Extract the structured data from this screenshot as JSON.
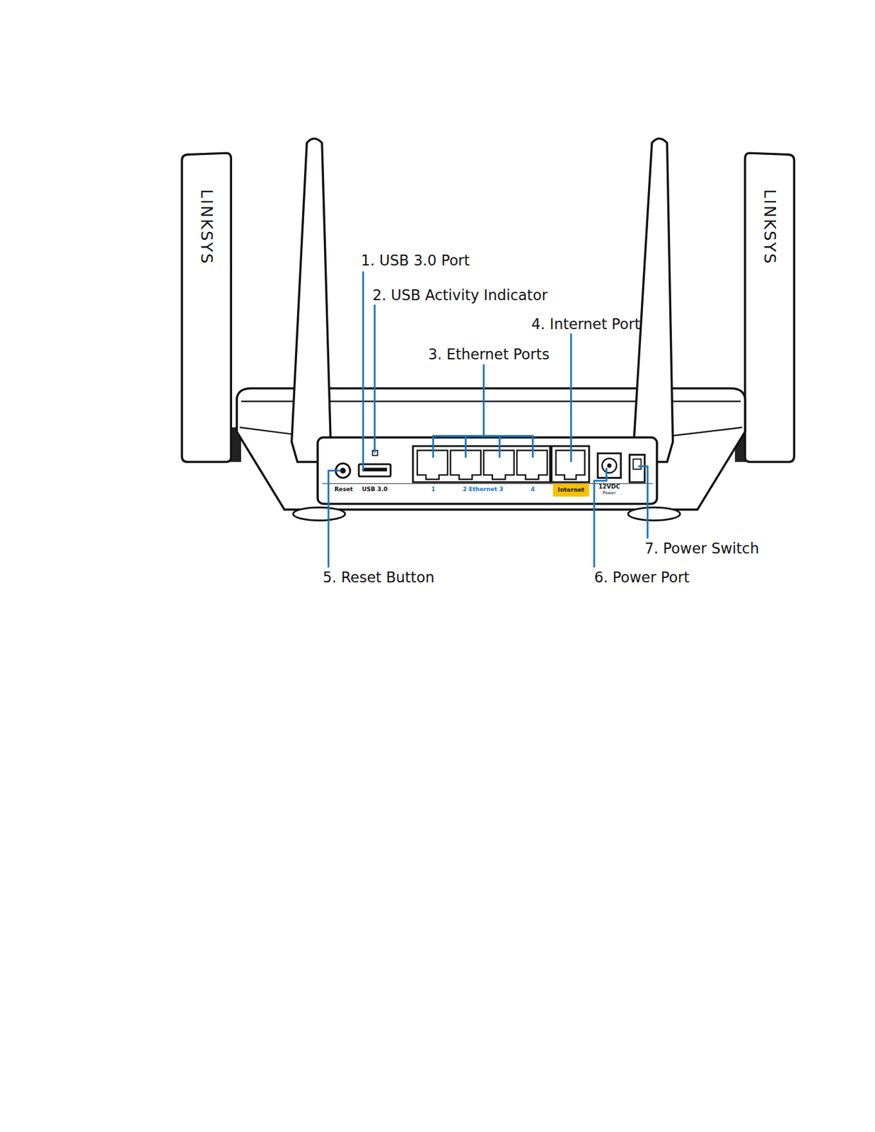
{
  "diagram": {
    "labels": [
      "LINKSYS",
      "LINKSYS",
      "1. USB 3.0 Port",
      "2. USB Activity Indicator",
      "4. Internet Port",
      "3. Ethernet Ports",
      "Reset",
      "USB 3.0",
      "1",
      "2 Ethernet 3",
      "4",
      "Internet",
      "12VDC",
      "Power",
      "7. Power Switch",
      "5. Reset Button",
      "6. Power Port"
    ]
  }
}
